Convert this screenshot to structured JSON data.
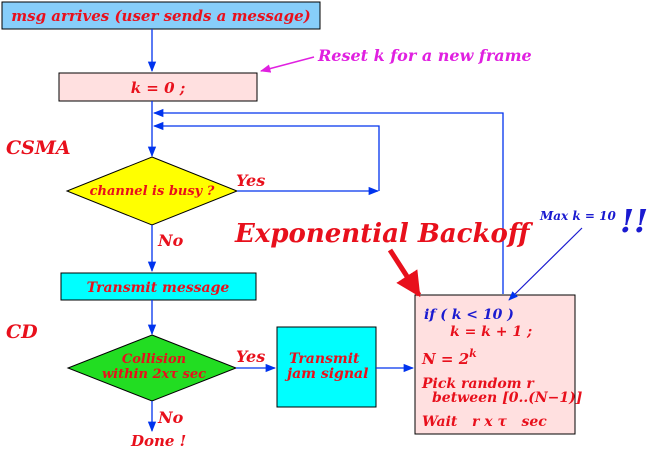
{
  "nodes": {
    "msg_arrives": "msg arrives (user sends a message)",
    "k_zero": "k = 0 ;",
    "channel_busy": "channel is busy ?",
    "transmit_message": "Transmit message",
    "collision_line1": "Collision",
    "collision_line2": "within 2xτ sec",
    "transmit_jam_line1": "Transmit",
    "transmit_jam_line2": "jam signal",
    "done": "Done !"
  },
  "backoff_box": {
    "if_line": "if ( k < 10 )",
    "increment_line": "k = k + 1 ;",
    "n_line_prefix": "N = 2",
    "n_line_exponent": "k",
    "pick_line1": "Pick random r",
    "pick_line2": "between [0..(N−1)]",
    "wait_line": "Wait   r x τ   sec"
  },
  "edge_labels": {
    "busy_yes": "Yes",
    "busy_no": "No",
    "collision_yes": "Yes",
    "collision_no": "No"
  },
  "annotations": {
    "reset_k": "Reset k for a new frame",
    "csma": "CSMA",
    "cd": "CD",
    "exponential_backoff": "Exponential Backoff",
    "max_k": "Max k = 10",
    "exclaim": "!!"
  },
  "colors": {
    "top_box": "#87cefa",
    "pink_box": "#ffe0e0",
    "diamond_busy": "#ffff00",
    "cyan_box": "#00ffff",
    "diamond_collision": "#22dd22",
    "flow_arrow": "#0033ee",
    "label_red": "#e8101c",
    "label_blue": "#1a1ad0",
    "label_magenta": "#e020e0"
  }
}
